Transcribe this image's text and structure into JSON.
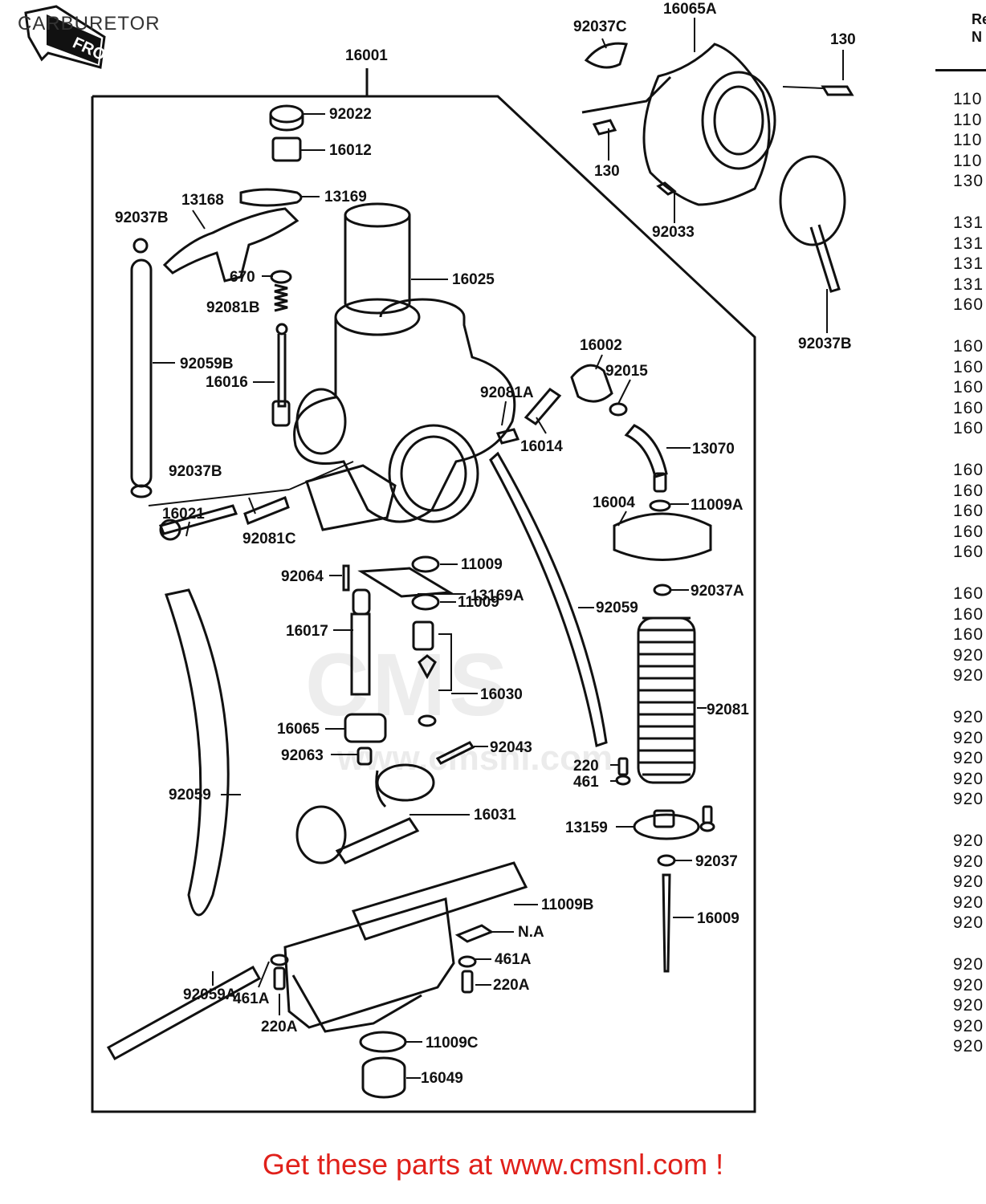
{
  "title": "CARBURETOR",
  "front_label": "FRONT",
  "labels": {
    "l16001": "16001",
    "l92022": "92022",
    "l16012": "16012",
    "l13169": "13169",
    "l13168": "13168",
    "l92037B_a": "92037B",
    "l670": "670",
    "l16025": "16025",
    "l92081B": "92081B",
    "l92059B": "92059B",
    "l16016": "16016",
    "l92037B_b": "92037B",
    "l16021": "16021",
    "l92081C": "92081C",
    "l92064": "92064",
    "l11009_a": "11009",
    "l13169A": "13169A",
    "l11009_b": "11009",
    "l16017": "16017",
    "l16030": "16030",
    "l16065": "16065",
    "l92063": "92063",
    "l92043": "92043",
    "l92059_a": "92059",
    "l16031": "16031",
    "l11009B": "11009B",
    "l92059_b": "92059",
    "l92059A": "92059A",
    "l461A_a": "461A",
    "l220A_a": "220A",
    "l461A_b": "461A",
    "l220A_b": "220A",
    "lNA": "N.A",
    "l11009C": "11009C",
    "l16049": "16049",
    "l92037C": "92037C",
    "l16065A": "16065A",
    "l130_a": "130",
    "l130_b": "130",
    "l92033": "92033",
    "l92037B_c": "92037B",
    "l16002": "16002",
    "l92015": "92015",
    "l92081A": "92081A",
    "l16014": "16014",
    "l13070": "13070",
    "l16004": "16004",
    "l11009A": "11009A",
    "l92037A": "92037A",
    "l92081": "92081",
    "l220": "220",
    "l461": "461",
    "l13159": "13159",
    "l92037": "92037",
    "l16009": "16009"
  },
  "ref_column": {
    "header_1": "Re",
    "header_2": "N",
    "items": [
      "110",
      "110",
      "110",
      "110",
      "130",
      "131",
      "131",
      "131",
      "131",
      "160",
      "160",
      "160",
      "160",
      "160",
      "160",
      "160",
      "160",
      "160",
      "160",
      "160",
      "160",
      "160",
      "160",
      "920",
      "920",
      "920",
      "920",
      "920",
      "920",
      "920",
      "920",
      "920",
      "920",
      "920",
      "920",
      "920",
      "920",
      "920",
      "920",
      "920"
    ]
  },
  "watermark": "CMS",
  "watermark_url": "www.cmsnl.com",
  "footer": "Get these parts at www.cmsnl.com !"
}
